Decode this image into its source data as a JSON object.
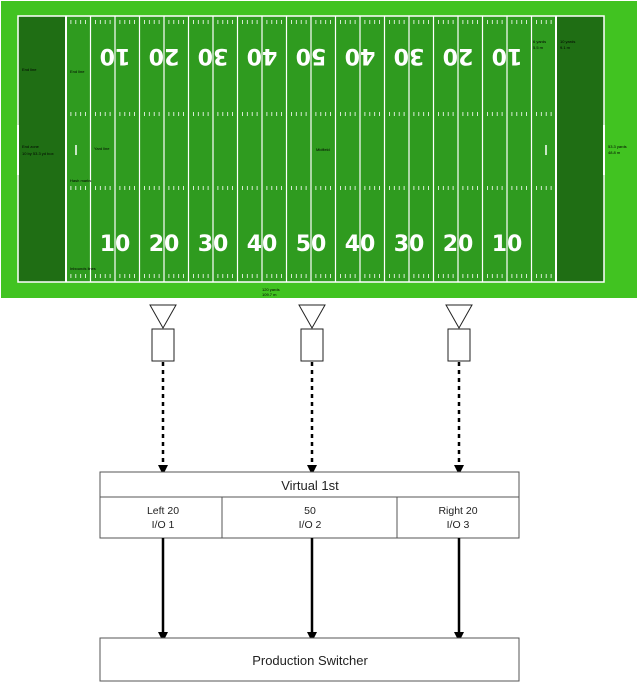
{
  "field": {
    "colors": {
      "outer": "#41c321",
      "playing": "#2f9b1f",
      "endzone": "#1f6e14",
      "lines": "#ffffff"
    },
    "yard_numbers": [
      "10",
      "20",
      "30",
      "40",
      "50",
      "40",
      "30",
      "20",
      "10"
    ],
    "labels": {
      "end_line": "End line",
      "end_line_2": "End line",
      "end_zone_1": "End zone",
      "end_zone_2": "10 by 53.3 yd box",
      "yard_line": "Yard line",
      "hash_marks": "Hash marks",
      "inbounds_line": "Inbounds lines",
      "midfield": "Midfield",
      "length_1": "120 yards",
      "length_2": "109.7 m",
      "width_1": "53.3 yards",
      "width_2": "48.8 m",
      "endzone_dim_1": "10 yards",
      "endzone_dim_2": "9.1 m",
      "small_dim_1": "6 yards",
      "small_dim_2": "5.5 m"
    }
  },
  "cameras": [
    {
      "id": "camera-left-20"
    },
    {
      "id": "camera-50"
    },
    {
      "id": "camera-right-20"
    }
  ],
  "virtual_box": {
    "title": "Virtual 1st",
    "inputs": [
      {
        "name": "Left 20",
        "io": "I/O 1"
      },
      {
        "name": "50",
        "io": "I/O 2"
      },
      {
        "name": "Right 20",
        "io": "I/O 3"
      }
    ]
  },
  "switcher": {
    "label": "Production Switcher"
  }
}
